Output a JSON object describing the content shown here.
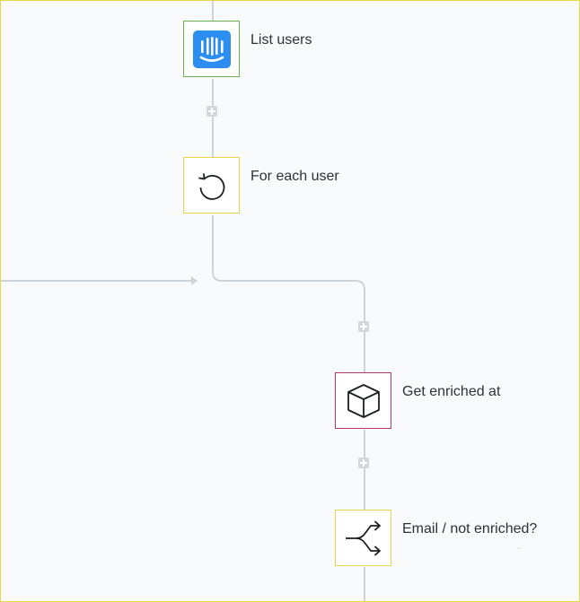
{
  "steps": [
    {
      "id": "list-users",
      "label": "List users",
      "icon": "intercom-icon",
      "border_color": "#6ab04c"
    },
    {
      "id": "for-each-user",
      "label": "For each user",
      "icon": "loop-icon",
      "border_color": "#e6d44a"
    },
    {
      "id": "get-enriched-at",
      "label": "Get enriched at",
      "icon": "box-icon",
      "border_color": "#b03a6b"
    },
    {
      "id": "email-not-enriched",
      "label": "Email / not enriched?",
      "icon": "branch-icon",
      "border_color": "#e6d44a"
    }
  ],
  "colors": {
    "connector": "#cdd4d9",
    "canvas_background": "#f8fafc",
    "intercom_blue": "#2b8ef0"
  }
}
